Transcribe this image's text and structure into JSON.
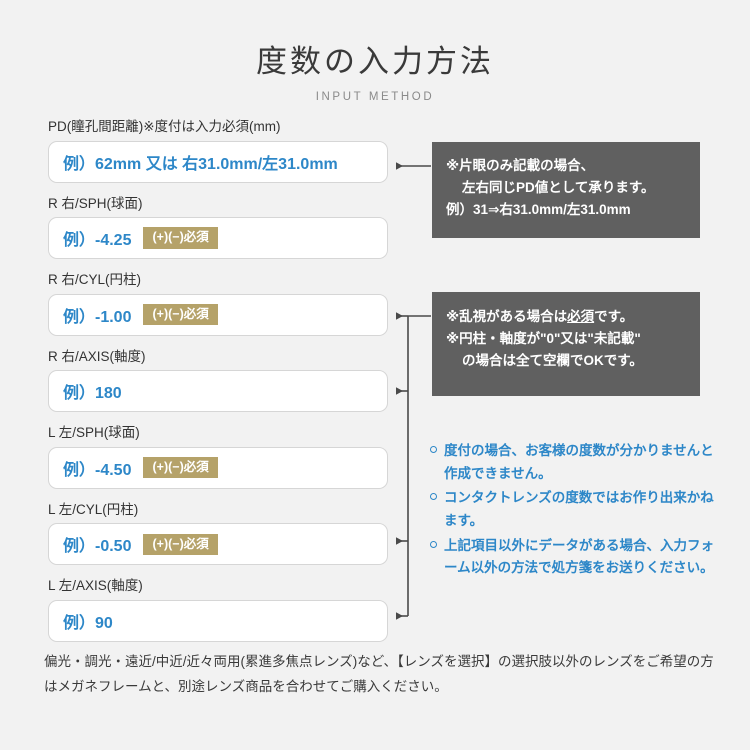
{
  "header": {
    "title": "度数の入力方法",
    "subtitle": "INPUT METHOD"
  },
  "fields": [
    {
      "key": "pd",
      "label": "PD(瞳孔間距離)※度付は入力必須(mm)",
      "placeholder": "例）62mm 又は 右31.0mm/左31.0mm",
      "badge": ""
    },
    {
      "key": "r-sph",
      "label": "R 右/SPH(球面)",
      "placeholder": "例）-4.25",
      "badge": "(+)(−)必須"
    },
    {
      "key": "r-cyl",
      "label": "R 右/CYL(円柱)",
      "placeholder": "例）-1.00",
      "badge": "(+)(−)必須"
    },
    {
      "key": "r-axis",
      "label": "R 右/AXIS(軸度)",
      "placeholder": "例）180",
      "badge": ""
    },
    {
      "key": "l-sph",
      "label": "L 左/SPH(球面)",
      "placeholder": "例）-4.50",
      "badge": "(+)(−)必須"
    },
    {
      "key": "l-cyl",
      "label": "L 左/CYL(円柱)",
      "placeholder": "例）-0.50",
      "badge": "(+)(−)必須"
    },
    {
      "key": "l-axis",
      "label": "L 左/AXIS(軸度)",
      "placeholder": "例）90",
      "badge": ""
    }
  ],
  "callouts": {
    "pd_note": {
      "line1": "※片眼のみ記載の場合、",
      "line2": "左右同じPD値として承ります。",
      "line3": "例）31⇒右31.0mm/左31.0mm"
    },
    "cyl_note": {
      "line1_pre": "※乱視がある場合は",
      "line1_underline": "必須",
      "line1_post": "です。",
      "line2": "※円柱・軸度が\"0\"又は\"未記載\"",
      "line3": "の場合は全て空欄でOKです。"
    }
  },
  "notes": [
    "度付の場合、お客様の度数が分かりませんと作成できません。",
    "コンタクトレンズの度数ではお作り出来かねます。",
    "上記項目以外にデータがある場合、入力フォーム以外の方法で処方箋をお送りください。"
  ],
  "footer": {
    "text": "偏光・調光・遠近/中近/近々両用(累進多焦点レンズ)など、【レンズを選択】の選択肢以外のレンズをご希望の方はメガネフレームと、別途レンズ商品を合わせてご購入ください。"
  },
  "colors": {
    "background": "#f2f2f2",
    "placeholder_blue": "#2d87c8",
    "badge_khaki": "#b5a269",
    "callout_gray": "#606060",
    "label_dark": "#333333"
  }
}
